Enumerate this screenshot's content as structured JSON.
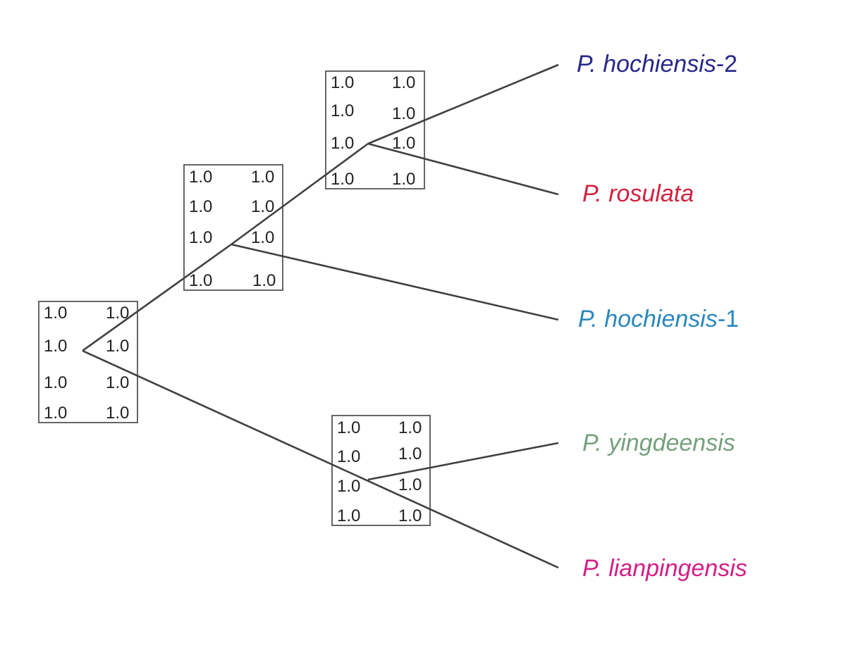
{
  "nodes": [
    {
      "id": "root",
      "support": [
        "1.0",
        "1.0",
        "1.0",
        "1.0",
        "1.0",
        "1.0",
        "1.0",
        "1.0"
      ]
    },
    {
      "id": "node-hoch1-clade",
      "support": [
        "1.0",
        "1.0",
        "1.0",
        "1.0",
        "1.0",
        "1.0",
        "1.0",
        "1.0"
      ]
    },
    {
      "id": "node-hoch2-rosulata",
      "support": [
        "1.0",
        "1.0",
        "1.0",
        "1.0",
        "1.0",
        "1.0",
        "1.0",
        "1.0"
      ]
    },
    {
      "id": "node-ying-lian",
      "support": [
        "1.0",
        "1.0",
        "1.0",
        "1.0",
        "1.0",
        "1.0",
        "1.0",
        "1.0"
      ]
    }
  ],
  "taxa": [
    {
      "id": "hochiensis-2",
      "genus": "P.",
      "species": "hochiensis",
      "suffix": "-2",
      "color": "#27288a"
    },
    {
      "id": "rosulata",
      "genus": "P.",
      "species": "rosulata",
      "suffix": "",
      "color": "#d4213e"
    },
    {
      "id": "hochiensis-1",
      "genus": "P.",
      "species": "hochiensis",
      "suffix": "-1",
      "color": "#2a87be"
    },
    {
      "id": "yingdeensis",
      "genus": "P.",
      "species": "yingdeensis",
      "suffix": "",
      "color": "#74a07c"
    },
    {
      "id": "lianpingensis",
      "genus": "P.",
      "species": "lianpingensis",
      "suffix": "",
      "color": "#d31f86"
    }
  ]
}
